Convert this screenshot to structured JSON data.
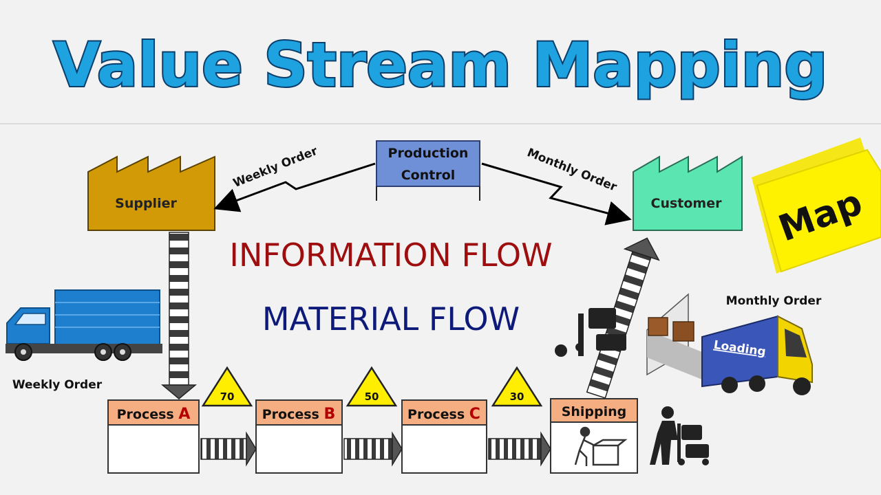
{
  "title": "Value Stream Mapping",
  "badge": "Map",
  "supplier": "Supplier",
  "customer": "Customer",
  "production_control": [
    "Production",
    "Control"
  ],
  "weekly_order_info": "Weekly Order",
  "monthly_order_info": "Monthly Order",
  "information_flow": "INFORMATION  FLOW",
  "material_flow": "MATERIAL  FLOW",
  "weekly_order_truck": "Weekly Order",
  "monthly_order_truck": "Monthly Order",
  "loading": "Loading",
  "processes": [
    {
      "name": "Process ",
      "letter": "A"
    },
    {
      "name": "Process ",
      "letter": "B"
    },
    {
      "name": "Process ",
      "letter": "C"
    }
  ],
  "shipping": "Shipping",
  "inventory": [
    "70",
    "50",
    "30"
  ],
  "colors": {
    "title_fill": "#1fa2e0",
    "title_stroke": "#0c3e6a",
    "supplier": "#d19a06",
    "customer": "#5be5b0",
    "production_control": "#6f8fd6",
    "process_header": "#f5ad82",
    "info_flow": "#9e0e0e",
    "material_flow": "#0e1a7a",
    "badge": "#fff200",
    "truck_blue": "#1e7fcf",
    "triangle": "#ffee00"
  }
}
